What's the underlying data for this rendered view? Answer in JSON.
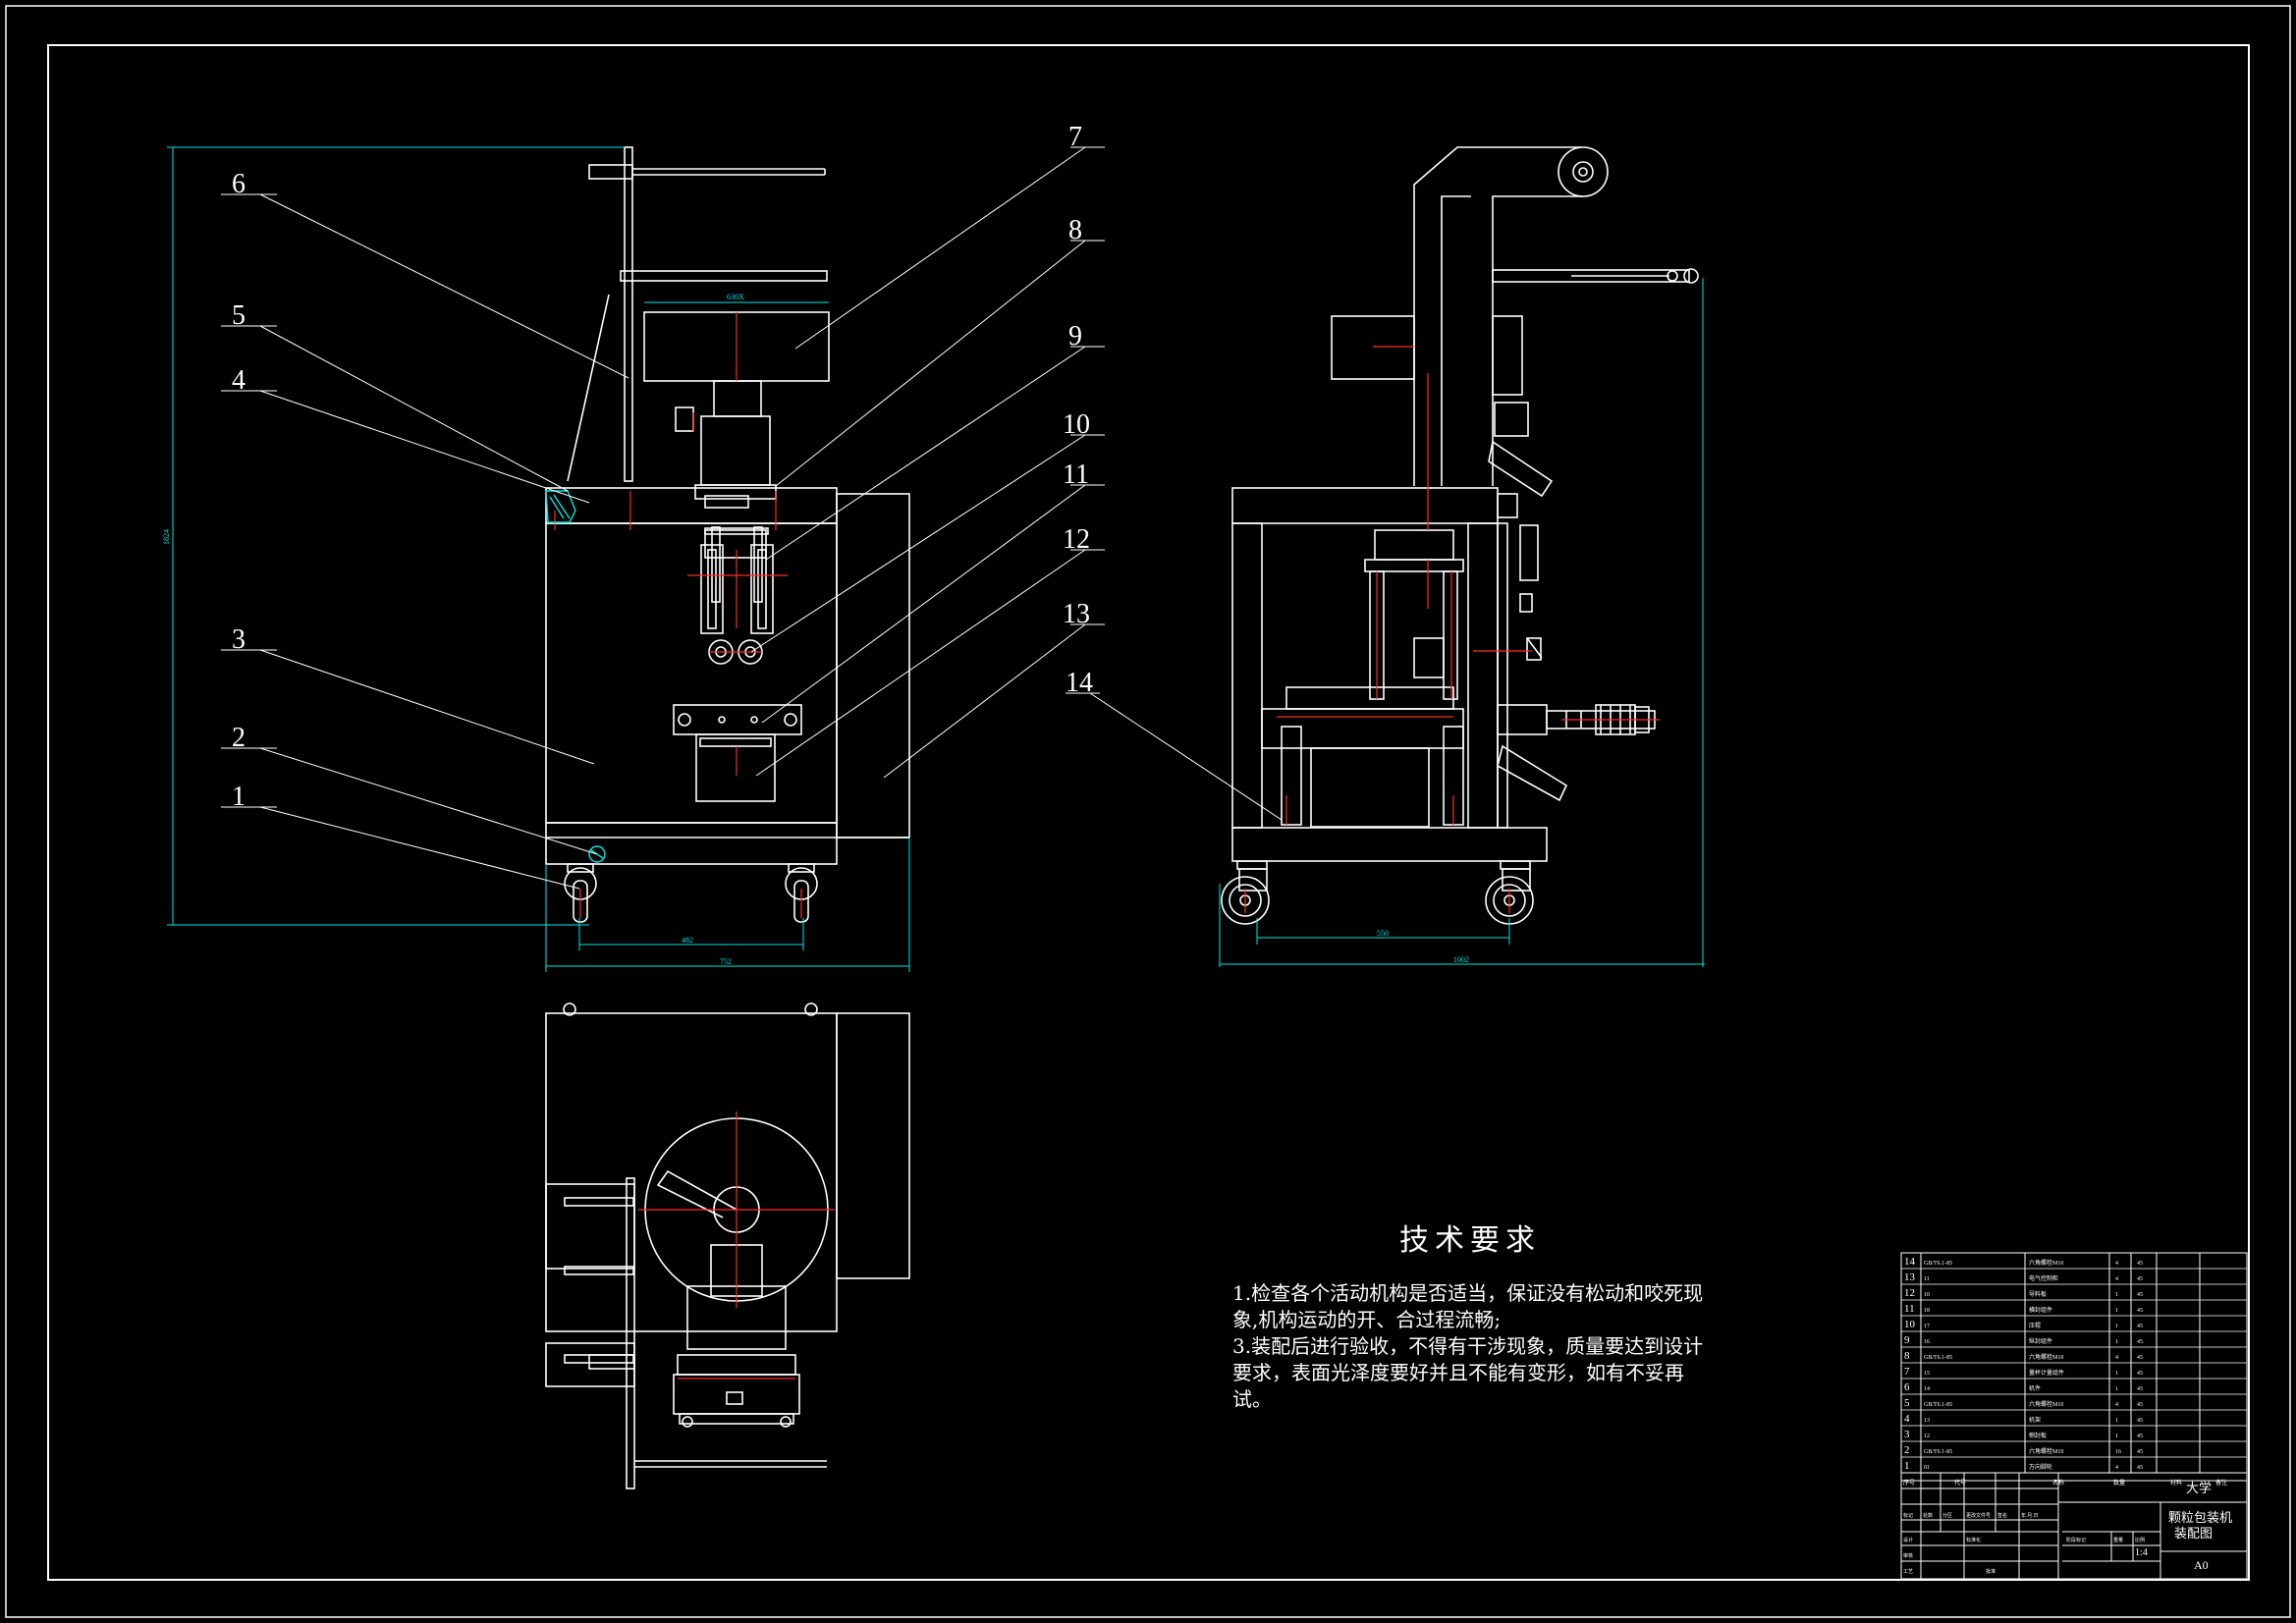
{
  "drawing": {
    "front_dims": {
      "height": "1824",
      "wheelbase": "482",
      "width": "752",
      "top_box": "630X"
    },
    "side_dims": {
      "wheelbase": "550",
      "depth": "1002"
    },
    "leaders_left": [
      "6",
      "5",
      "4",
      "3",
      "2",
      "1"
    ],
    "leaders_right": [
      "7",
      "8",
      "9",
      "10",
      "11",
      "12",
      "13"
    ],
    "leader_side": "14"
  },
  "tech": {
    "title": "技术要求",
    "lines": [
      "1.检查各个活动机构是否适当，保证没有松动和咬死现",
      "象,机构运动的开、合过程流畅;",
      "3.装配后进行验收，不得有干涉现象，质量要达到设计",
      "要求，表面光泽度要好并且不能有变形，如有不妥再",
      "试。"
    ]
  },
  "bom": {
    "rows": [
      {
        "no": "14",
        "code": "GB/T6.1-85",
        "name": "六角螺栓M10",
        "qty": "4",
        "mat": "45"
      },
      {
        "no": "13",
        "code": "11",
        "name": "电气控制柜",
        "qty": "4",
        "mat": "45"
      },
      {
        "no": "12",
        "code": "10",
        "name": "导料板",
        "qty": "1",
        "mat": "45"
      },
      {
        "no": "11",
        "code": "18",
        "name": "横封组件",
        "qty": "1",
        "mat": "45"
      },
      {
        "no": "10",
        "code": "17",
        "name": "压辊",
        "qty": "1",
        "mat": "45"
      },
      {
        "no": "9",
        "code": "16",
        "name": "纵封组件",
        "qty": "1",
        "mat": "45"
      },
      {
        "no": "8",
        "code": "GB/T6.1-85",
        "name": "六角螺栓M10",
        "qty": "4",
        "mat": "45"
      },
      {
        "no": "7",
        "code": "15",
        "name": "量杯计量组件",
        "qty": "1",
        "mat": "45"
      },
      {
        "no": "6",
        "code": "14",
        "name": "机件",
        "qty": "1",
        "mat": "45"
      },
      {
        "no": "5",
        "code": "GB/T6.1-85",
        "name": "六角螺栓M10",
        "qty": "4",
        "mat": "45"
      },
      {
        "no": "4",
        "code": "13",
        "name": "机架",
        "qty": "1",
        "mat": "45"
      },
      {
        "no": "3",
        "code": "12",
        "name": "侧封板",
        "qty": "1",
        "mat": "45"
      },
      {
        "no": "2",
        "code": "GB/T6.1-85",
        "name": "六角螺栓M10",
        "qty": "16",
        "mat": "45"
      },
      {
        "no": "1",
        "code": "01",
        "name": "万向脚轮",
        "qty": "4",
        "mat": "45"
      }
    ],
    "header": {
      "no": "序号",
      "code": "代号",
      "name": "名称",
      "qty": "数量",
      "mat": "材料",
      "note": "备注"
    }
  },
  "titleblock": {
    "org": "大学",
    "title_line1": "颗粒包装机",
    "title_line2": "装配图",
    "scale": "1:4",
    "sheet": "A0",
    "col_labels": [
      "标记",
      "处数",
      "分区",
      "更改文件号",
      "签名",
      "年.月.日"
    ],
    "row_labels": [
      "设计",
      "审核",
      "工艺",
      "标准化",
      "批准"
    ],
    "stage_label": "阶段标记",
    "weight_label": "重量",
    "scale_label": "比例"
  }
}
